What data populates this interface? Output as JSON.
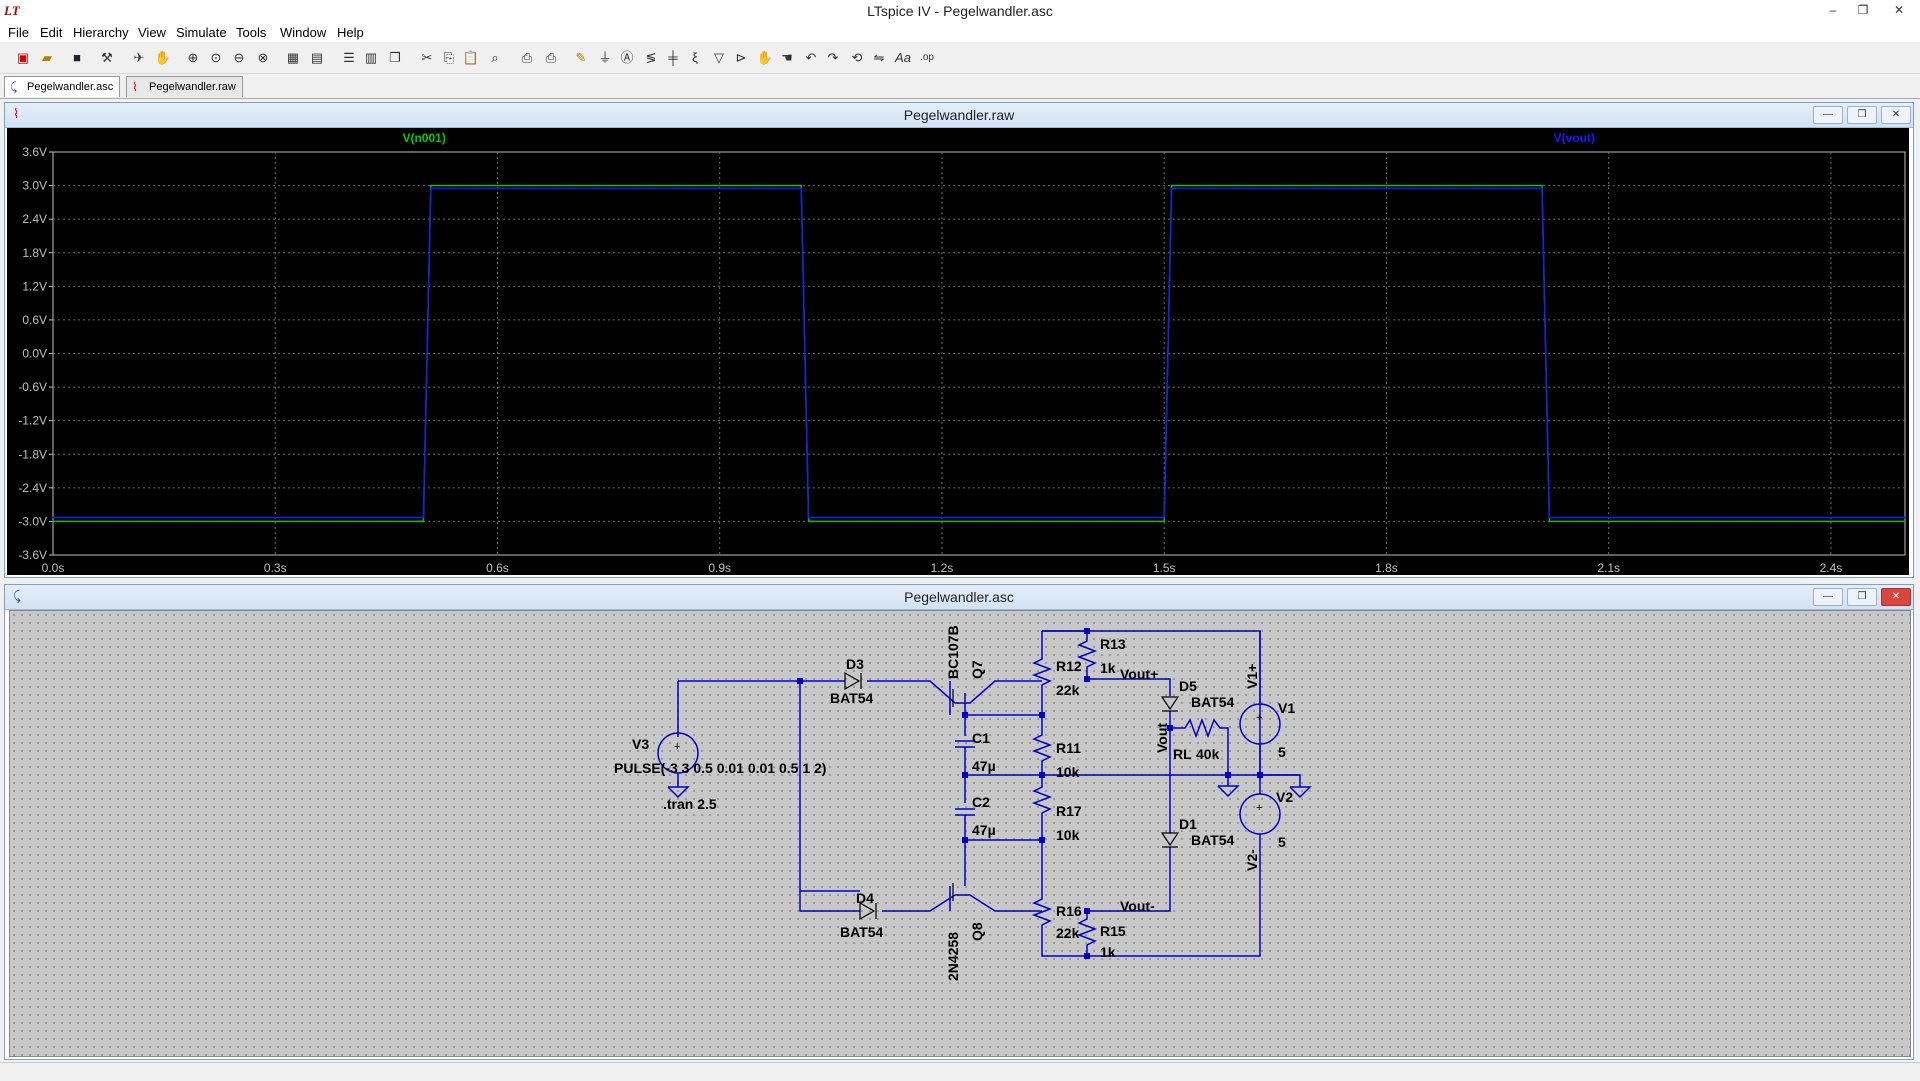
{
  "window": {
    "app_icon": "LT",
    "title": "LTspice IV - Pegelwandler.asc",
    "controls": {
      "minimize": "–",
      "restore": "❐",
      "close": "✕"
    }
  },
  "menu": [
    "File",
    "Edit",
    "Hierarchy",
    "View",
    "Simulate",
    "Tools",
    "Window",
    "Help"
  ],
  "toolbar": [
    "new-schematic-icon",
    "open-icon",
    "save-icon",
    "control-panel-icon",
    "run-icon",
    "halt-icon",
    "zoom-in-icon",
    "zoom-area-icon",
    "zoom-out-icon",
    "zoom-fit-icon",
    "autorange-icon",
    "pick-visible-icon",
    "tile-horizontal-icon",
    "tile-vertical-icon",
    "cascade-icon",
    "cut-icon",
    "copy-icon",
    "paste-icon",
    "find-icon",
    "print-icon",
    "print-preview-icon",
    "wire-icon",
    "ground-icon",
    "label-net-icon",
    "resistor-icon",
    "capacitor-icon",
    "inductor-icon",
    "diode-icon",
    "component-icon",
    "move-icon",
    "drag-icon",
    "undo-icon",
    "redo-icon",
    "rotate-icon",
    "mirror-icon",
    "text-icon",
    "spice-directive-icon"
  ],
  "tabs": [
    {
      "label": "Pegelwandler.asc",
      "icon": "schematic-icon"
    },
    {
      "label": "Pegelwandler.raw",
      "icon": "waveform-icon"
    }
  ],
  "waveform_window": {
    "title": "Pegelwandler.raw",
    "controls": {
      "minimize": "—",
      "restore": "❐",
      "close": "✕"
    }
  },
  "schematic_window": {
    "title": "Pegelwandler.asc",
    "controls": {
      "minimize": "—",
      "restore": "❐",
      "close": "✕"
    }
  },
  "chart_data": {
    "type": "line",
    "title": "",
    "xlabel": "",
    "ylabel": "",
    "xlim": [
      0,
      2.5
    ],
    "ylim": [
      -3.6,
      3.6
    ],
    "x_ticks": [
      "0.0s",
      "0.3s",
      "0.6s",
      "0.9s",
      "1.2s",
      "1.5s",
      "1.8s",
      "2.1s",
      "2.4s"
    ],
    "x_tick_values": [
      0,
      0.3,
      0.6,
      0.9,
      1.2,
      1.5,
      1.8,
      2.1,
      2.4
    ],
    "y_ticks": [
      "3.6V",
      "3.0V",
      "2.4V",
      "1.8V",
      "1.2V",
      "0.6V",
      "0.0V",
      "-0.6V",
      "-1.2V",
      "-1.8V",
      "-2.4V",
      "-3.0V",
      "-3.6V"
    ],
    "y_tick_values": [
      3.6,
      3.0,
      2.4,
      1.8,
      1.2,
      0.6,
      0.0,
      -0.6,
      -1.2,
      -1.8,
      -2.4,
      -3.0,
      -3.6
    ],
    "grid": true,
    "background": "#000000",
    "grid_color": "#6e6e6e",
    "tick_color": "#c0c0c0",
    "series": [
      {
        "name": "V(n001)",
        "color": "#00cc00",
        "x": [
          0,
          0.5,
          0.51,
          1.01,
          1.02,
          1.5,
          1.51,
          2.01,
          2.02,
          2.5
        ],
        "values": [
          -3,
          -3,
          3,
          3,
          -3,
          -3,
          3,
          3,
          -3,
          -3
        ]
      },
      {
        "name": "V(vout)",
        "color": "#1a1aff",
        "x": [
          0,
          0.5,
          0.51,
          1.01,
          1.02,
          1.5,
          1.51,
          2.01,
          2.02,
          2.5
        ],
        "values": [
          -2.93,
          -2.93,
          2.95,
          2.95,
          -2.93,
          -2.93,
          2.95,
          2.95,
          -2.93,
          -2.93
        ]
      }
    ]
  },
  "schematic": {
    "wire_color": "#0000cc",
    "components": [
      {
        "ref": "D3",
        "value": "BAT54"
      },
      {
        "ref": "Q7",
        "value": "BC107B"
      },
      {
        "ref": "R13",
        "value": "1k"
      },
      {
        "ref": "R12",
        "value": "22k"
      },
      {
        "ref": "D5",
        "value": "BAT54"
      },
      {
        "ref": "V1",
        "value": "5"
      },
      {
        "ref": "C1",
        "value": "47µ"
      },
      {
        "ref": "R11",
        "value": "10k"
      },
      {
        "ref": "RL",
        "value": "40k"
      },
      {
        "ref": "V2",
        "value": "5"
      },
      {
        "ref": "V3",
        "value": "PULSE(-3 3 0.5 0.01 0.01 0.5 1 2)"
      },
      {
        "ref": "C2",
        "value": "47µ"
      },
      {
        "ref": "R17",
        "value": "10k"
      },
      {
        "ref": "D1",
        "value": "BAT54"
      },
      {
        "ref": "D4",
        "value": "BAT54"
      },
      {
        "ref": "Q8",
        "value": "2N4258"
      },
      {
        "ref": "R16",
        "value": "22k"
      },
      {
        "ref": "R15",
        "value": "1k"
      }
    ],
    "net_labels": [
      "Vout+",
      "Vout",
      "Vout-",
      "V1+",
      "V2-"
    ],
    "directive": ".tran 2.5"
  }
}
